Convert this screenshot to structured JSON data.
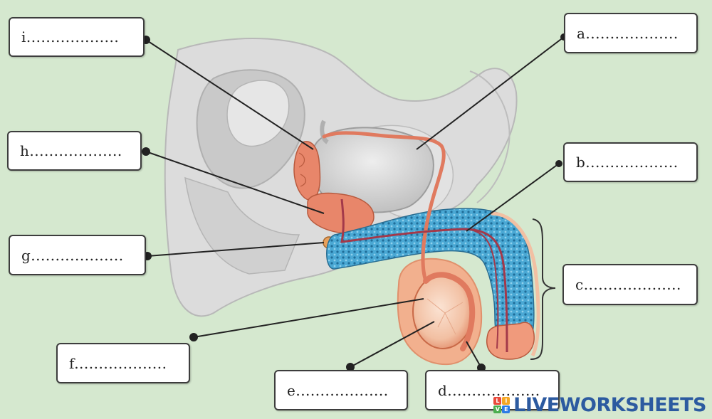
{
  "labels": {
    "i": "i...................",
    "a": "a...................",
    "h": "h...................",
    "b": "b...................",
    "g": "g...................",
    "c": "c....................",
    "f": "f...................",
    "e": "e...................",
    "d": "d..................."
  },
  "watermark": {
    "text": "LIVEWORKSHEETS",
    "logo_letters": [
      "L",
      "I",
      "V",
      "E"
    ]
  },
  "colors": {
    "background": "#d5e8cf",
    "duct": "#e07a5f",
    "gland": "#e8866a",
    "spongy_tissue": "#3b9cc9",
    "pelvis_grey": "#cfcfcf",
    "watermark_blue": "#2c5aa0"
  }
}
